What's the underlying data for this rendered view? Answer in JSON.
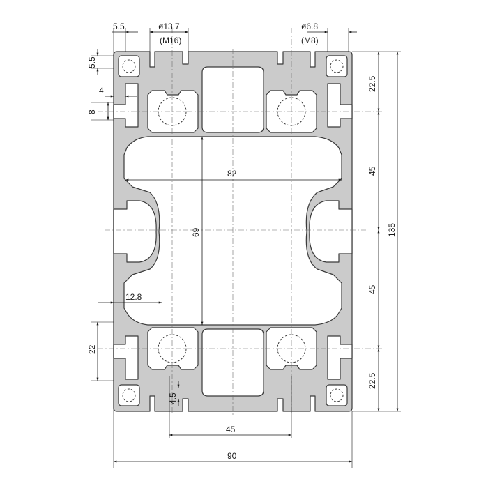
{
  "dimensions": {
    "top_left_slot": "5.5",
    "left_edge_slot": "5.5",
    "bore_large": "ø13.7",
    "bore_large_thread": "(M16)",
    "bore_small": "ø6.8",
    "bore_small_thread": "(M8)",
    "slot_width": "4",
    "slot_depth": "8",
    "inner_width": "82",
    "inner_height": "69",
    "wall_offset": "12.8",
    "lower_slot": "22",
    "bottom_groove": "4.5",
    "bore_spacing": "45",
    "total_width": "90",
    "total_height": "135",
    "right_top": "22.5",
    "right_mid_upper": "45",
    "right_mid_lower": "45",
    "right_bottom": "22.5"
  },
  "colors": {
    "profile": "#cbcbcb",
    "outline": "#3a3a3a",
    "dimension": "#1a1a1a"
  }
}
